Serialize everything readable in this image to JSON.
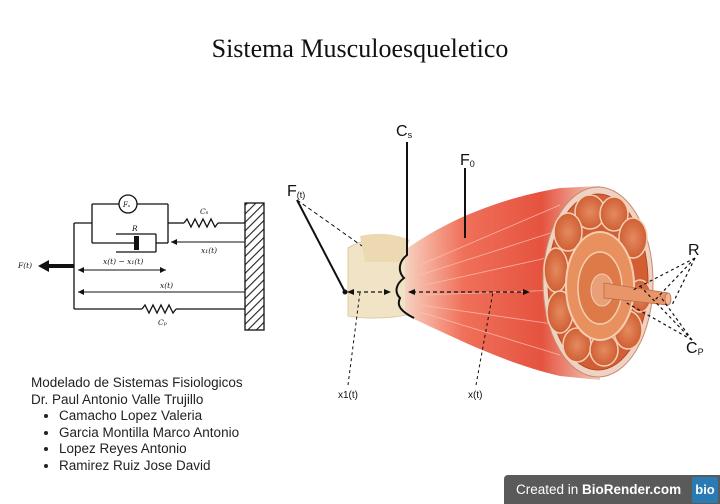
{
  "title": "Sistema Musculoesqueletico",
  "circuit": {
    "force": "F(t)",
    "fs": "Fₛ",
    "r": "R",
    "cs": "Cₛ",
    "x1": "x₁(t)",
    "x_minus_x1": "x(t) − x₁(t)",
    "x": "x(t)",
    "cp": "Cₚ"
  },
  "muscle_labels": {
    "cs": "C",
    "cs_sub": "s",
    "f0": "F",
    "f0_sub": "0",
    "ft": "F",
    "ft_sub": "(t)",
    "r": "R",
    "cp": "C",
    "cp_sub": "P",
    "x1": "x1(t)",
    "x": "x(t)"
  },
  "info": {
    "line1": "Modelado de Sistemas Fisiologicos",
    "line2": "Dr. Paul Antonio Valle Trujillo",
    "authors": [
      "Camacho Lopez Valeria",
      "Garcia Montilla Marco Antonio",
      "Lopez Reyes Antonio",
      "Ramirez Ruiz Jose David"
    ]
  },
  "badge": {
    "prefix": "Created in ",
    "brand": "BioRender.com",
    "logo": "bio"
  }
}
